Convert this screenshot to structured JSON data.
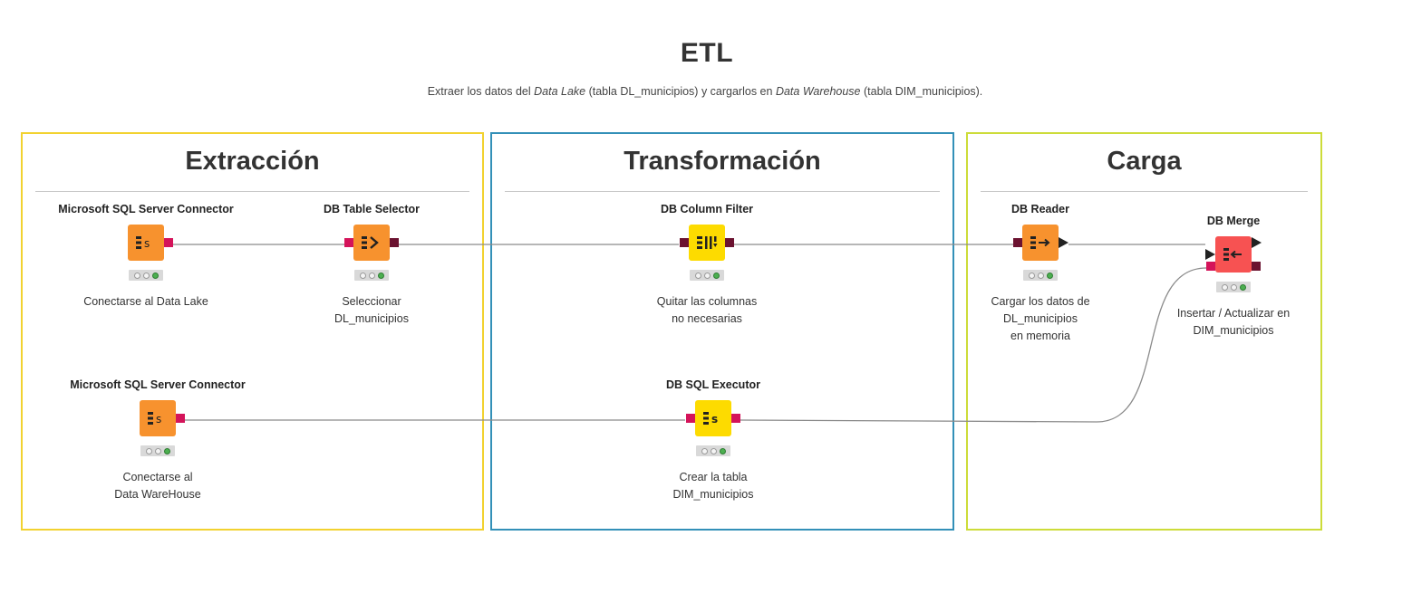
{
  "header": {
    "title": "ETL",
    "subtitle_parts": [
      "Extraer los datos del ",
      "Data Lake",
      " (tabla DL_municipios) y cargarlos en ",
      "Data Warehouse",
      " (tabla DIM_municipios)."
    ]
  },
  "sections": {
    "extraction": {
      "title": "Extracción",
      "border_color": "#f2d230"
    },
    "transformation": {
      "title": "Transformación",
      "border_color": "#3390b8"
    },
    "load": {
      "title": "Carga",
      "border_color": "#cddc39"
    }
  },
  "nodes": {
    "sql_connector_1": {
      "name": "Microsoft SQL Server Connector",
      "desc": "Conectarse al Data Lake",
      "icon": "db-connector-icon",
      "color": "#f7922e"
    },
    "table_selector": {
      "name": "DB Table Selector",
      "desc": "Seleccionar\nDL_municipios",
      "icon": "db-table-selector-icon",
      "color": "#f7922e"
    },
    "column_filter": {
      "name": "DB Column Filter",
      "desc": "Quitar las columnas\nno necesarias",
      "icon": "db-column-filter-icon",
      "color": "#fddb00"
    },
    "db_reader": {
      "name": "DB Reader",
      "desc": "Cargar los datos de\nDL_municipios\nen memoria",
      "icon": "db-reader-icon",
      "color": "#f7922e"
    },
    "db_merge": {
      "name": "DB Merge",
      "desc": "Insertar / Actualizar en\nDIM_municipios",
      "icon": "db-merge-icon",
      "color": "#f75252"
    },
    "sql_connector_2": {
      "name": "Microsoft SQL Server Connector",
      "desc": "Conectarse al\nData WareHouse",
      "icon": "db-connector-icon",
      "color": "#f7922e"
    },
    "sql_executor": {
      "name": "DB SQL Executor",
      "desc": "Crear la tabla\nDIM_municipios",
      "icon": "db-sql-executor-icon",
      "color": "#fddb00"
    }
  }
}
